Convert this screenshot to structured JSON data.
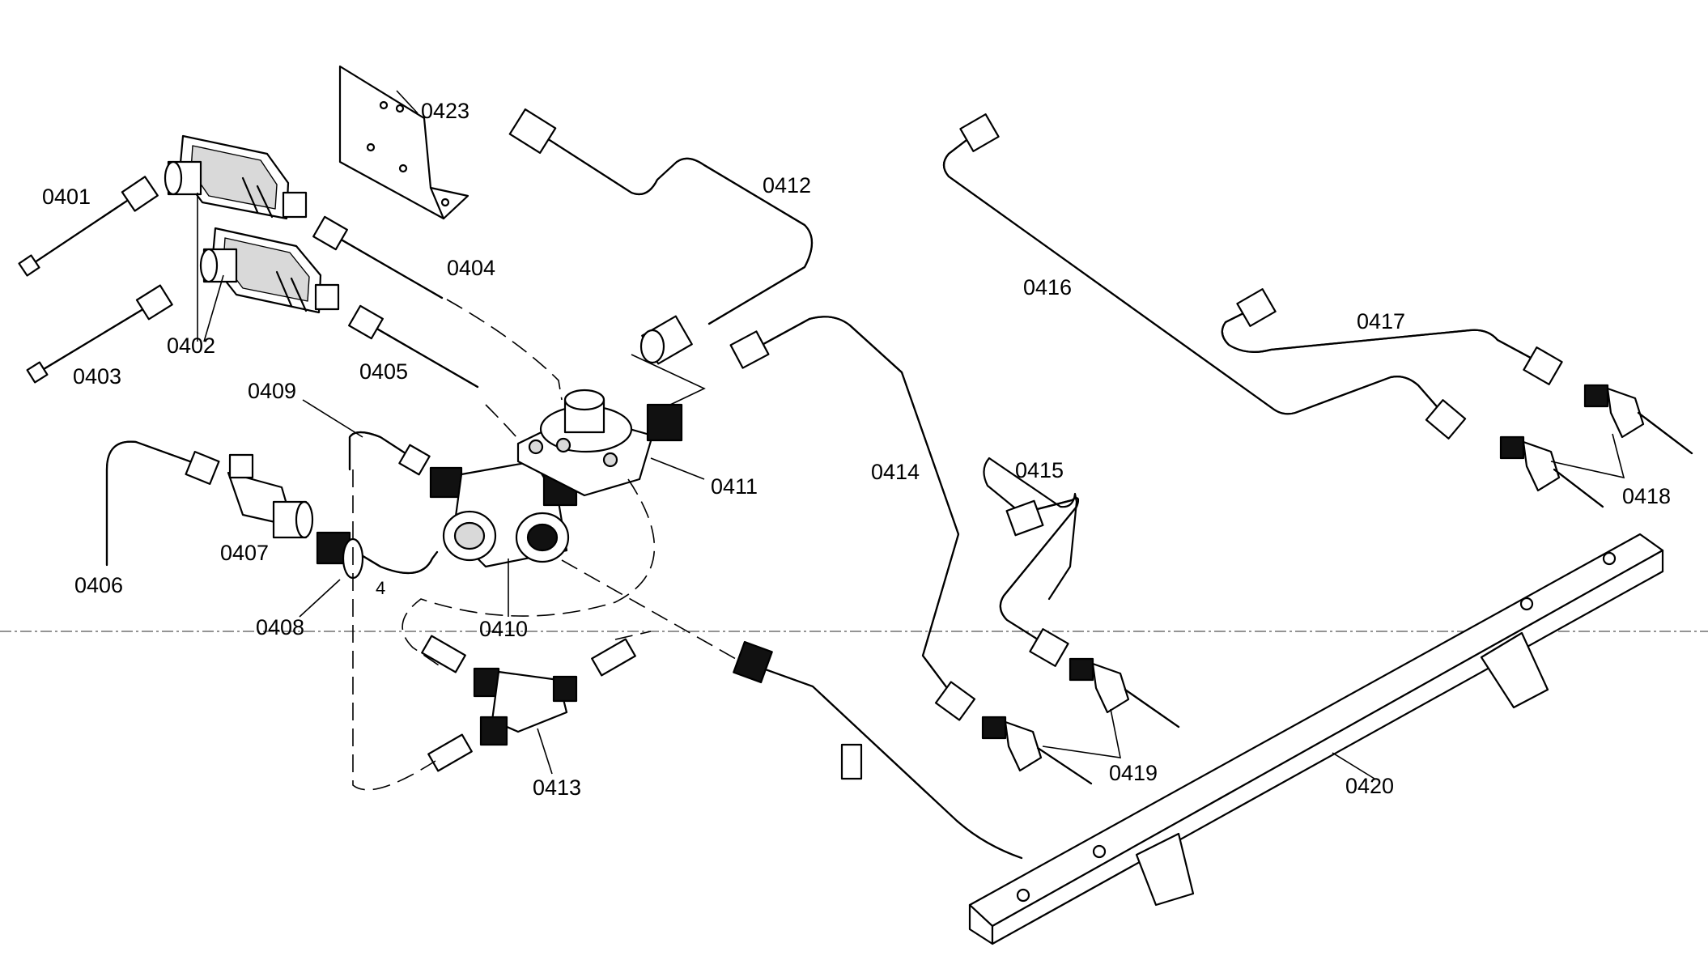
{
  "labels": {
    "p0401": "0401",
    "p0402": "0402",
    "p0403": "0403",
    "p0404": "0404",
    "p0405": "0405",
    "p0406": "0406",
    "p0407": "0407",
    "p0408": "0408",
    "p0409": "0409",
    "p0410": "0410",
    "p0411": "0411",
    "p0412": "0412",
    "p0413": "0413",
    "p0414": "0414",
    "p0415": "0415",
    "p0416": "0416",
    "p0417": "0417",
    "p0418": "0418",
    "p0419": "0419",
    "p0420": "0420",
    "p0423": "0423"
  }
}
